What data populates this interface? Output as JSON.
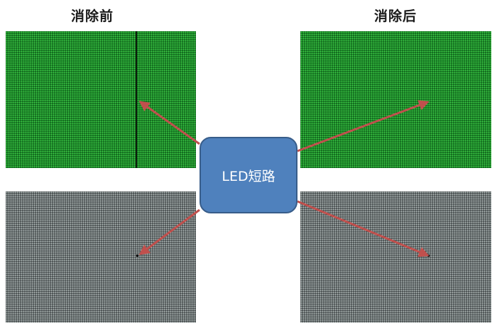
{
  "labels": {
    "before": "消除前",
    "after": "消除后"
  },
  "center_label": "LED短路",
  "colors": {
    "green_panel": "#0d5e18",
    "gray_panel": "#454b4c",
    "center_box": "#4f81bd",
    "arrow": "#c0504d"
  }
}
